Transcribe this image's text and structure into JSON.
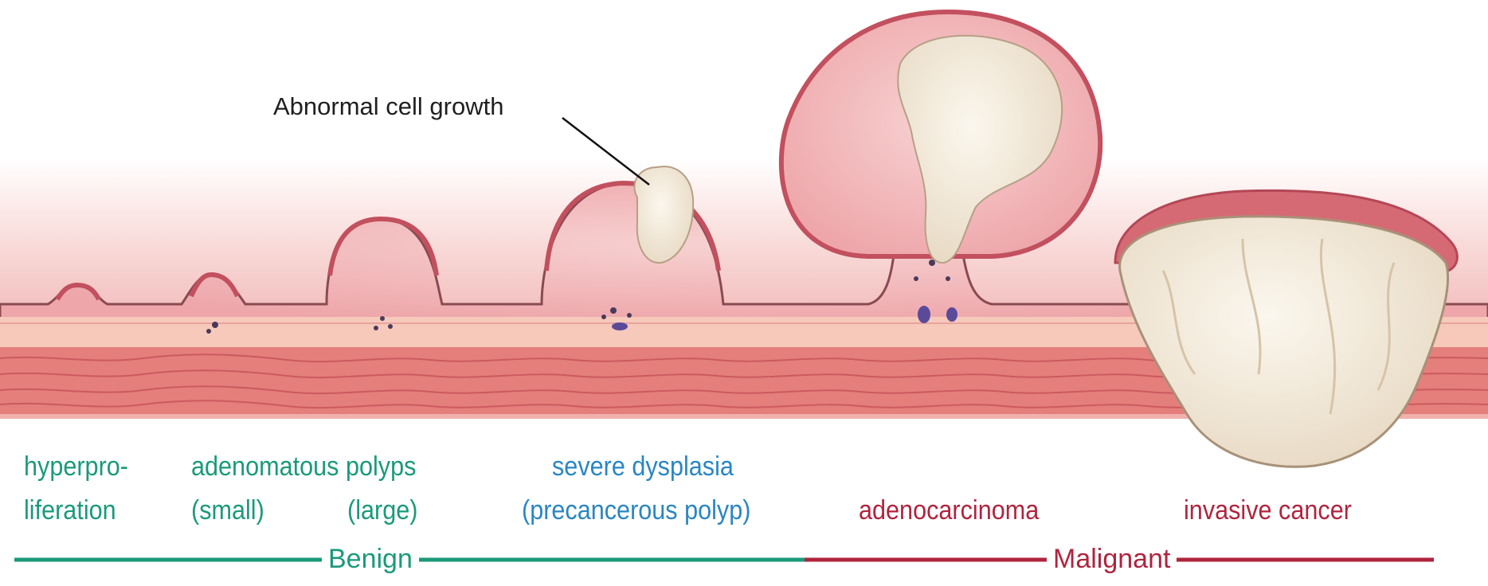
{
  "annotation": {
    "text": "Abnormal cell growth"
  },
  "stages": [
    {
      "id": "hyperproliferation",
      "line1": "hyperpro-",
      "line2": "liferation"
    },
    {
      "id": "adenomatous-polyps",
      "line1": "adenomatous polyps",
      "sub_small": "(small)",
      "sub_large": "(large)"
    },
    {
      "id": "severe-dysplasia",
      "line1": "severe dysplasia",
      "line2": "(precancerous polyp)"
    },
    {
      "id": "adenocarcinoma",
      "line1": "adenocarcinoma"
    },
    {
      "id": "invasive-cancer",
      "line1": "invasive cancer"
    }
  ],
  "categories": [
    {
      "id": "benign",
      "label": "Benign",
      "color": "#1a9a7a"
    },
    {
      "id": "malignant",
      "label": "Malignant",
      "color": "#b0243e"
    }
  ],
  "colors": {
    "tissue_pink": "#f2b6b9",
    "polyp_pink": "#f4c2c4",
    "muscle": "#e07070",
    "growth": "#f5eede",
    "stage_green": "#1a9a7a",
    "stage_blue": "#2a86c2",
    "stage_red": "#b0243e"
  }
}
